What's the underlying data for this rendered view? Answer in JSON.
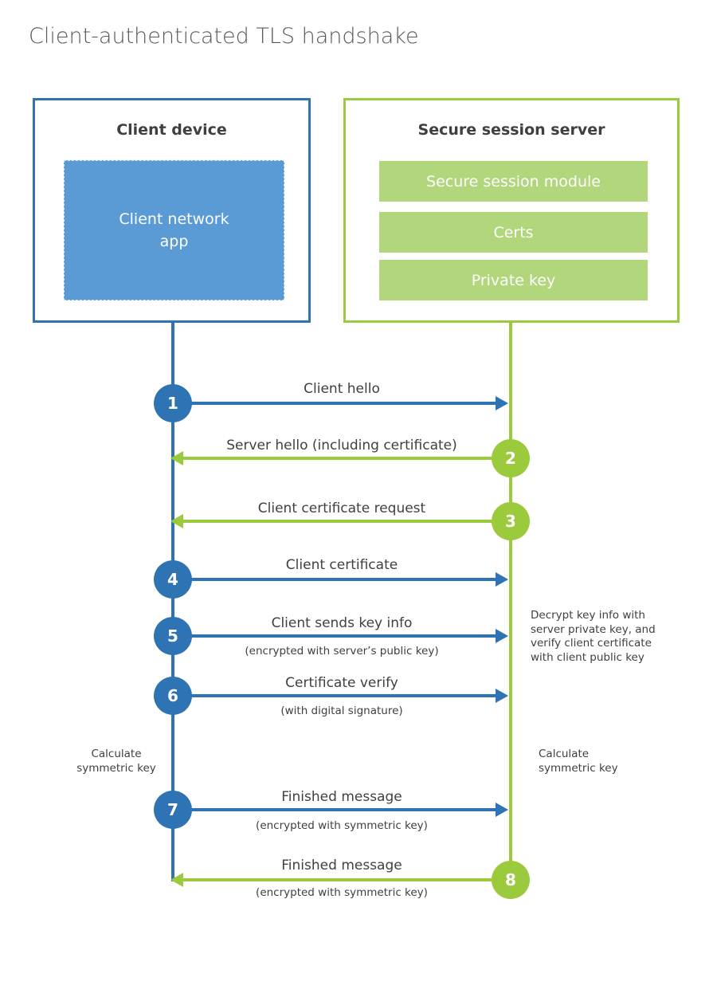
{
  "title": "Client-authenticated TLS handshake",
  "colors": {
    "blue": "#2e74b5",
    "light_blue": "#5b9bd5",
    "green": "#9bca3c",
    "light_green": "#b2d67c",
    "text": "#404040",
    "title_text": "#58595b"
  },
  "client": {
    "title": "Client device",
    "app_label": "Client network app"
  },
  "server": {
    "title": "Secure session server",
    "modules": [
      "Secure session module",
      "Certs",
      "Private key"
    ]
  },
  "steps": [
    {
      "num": "1",
      "label": "Client hello",
      "direction": "right",
      "color": "blue"
    },
    {
      "num": "2",
      "label": "Server hello (including certificate)",
      "direction": "left",
      "color": "green"
    },
    {
      "num": "3",
      "label": "Client certificate request",
      "direction": "left",
      "color": "green"
    },
    {
      "num": "4",
      "label": "Client certificate",
      "direction": "right",
      "color": "blue"
    },
    {
      "num": "5",
      "label": "Client sends key info",
      "sublabel": "(encrypted with server’s public key)",
      "direction": "right",
      "color": "blue"
    },
    {
      "num": "6",
      "label": "Certificate verify",
      "sublabel": "(with digital signature)",
      "direction": "right",
      "color": "blue"
    },
    {
      "num": "7",
      "label": "Finished message",
      "sublabel": "(encrypted with symmetric key)",
      "direction": "right",
      "color": "blue"
    },
    {
      "num": "8",
      "label": "Finished message",
      "sublabel": "(encrypted with symmetric key)",
      "direction": "left",
      "color": "green"
    }
  ],
  "annotations": {
    "decrypt_note": "Decrypt key info with server private key, and verify client certificate with client public key",
    "calc_left": "Calculate symmetric key",
    "calc_right": "Calculate symmetric key"
  }
}
